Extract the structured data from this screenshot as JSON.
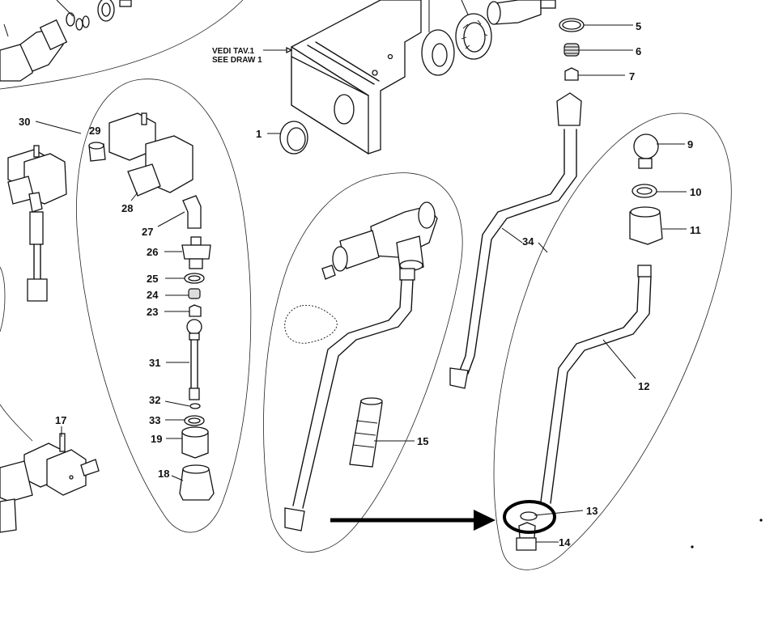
{
  "reference_note": {
    "line1": "VEDI TAV.1",
    "line2": "SEE DRAW 1"
  },
  "part_labels": {
    "p1": "1",
    "p5": "5",
    "p6": "6",
    "p7": "7",
    "p9": "9",
    "p10": "10",
    "p11": "11",
    "p12": "12",
    "p13": "13",
    "p14": "14",
    "p15": "15",
    "p17": "17",
    "p18": "18",
    "p19": "19",
    "p23": "23",
    "p24": "24",
    "p25": "25",
    "p26": "26",
    "p27": "27",
    "p28": "28",
    "p29": "29",
    "p30": "30",
    "p31": "31",
    "p32": "32",
    "p33": "33",
    "p34": "34"
  },
  "highlight": {
    "target_part": "13",
    "marker": "circle-and-arrow",
    "color": "#000000"
  }
}
